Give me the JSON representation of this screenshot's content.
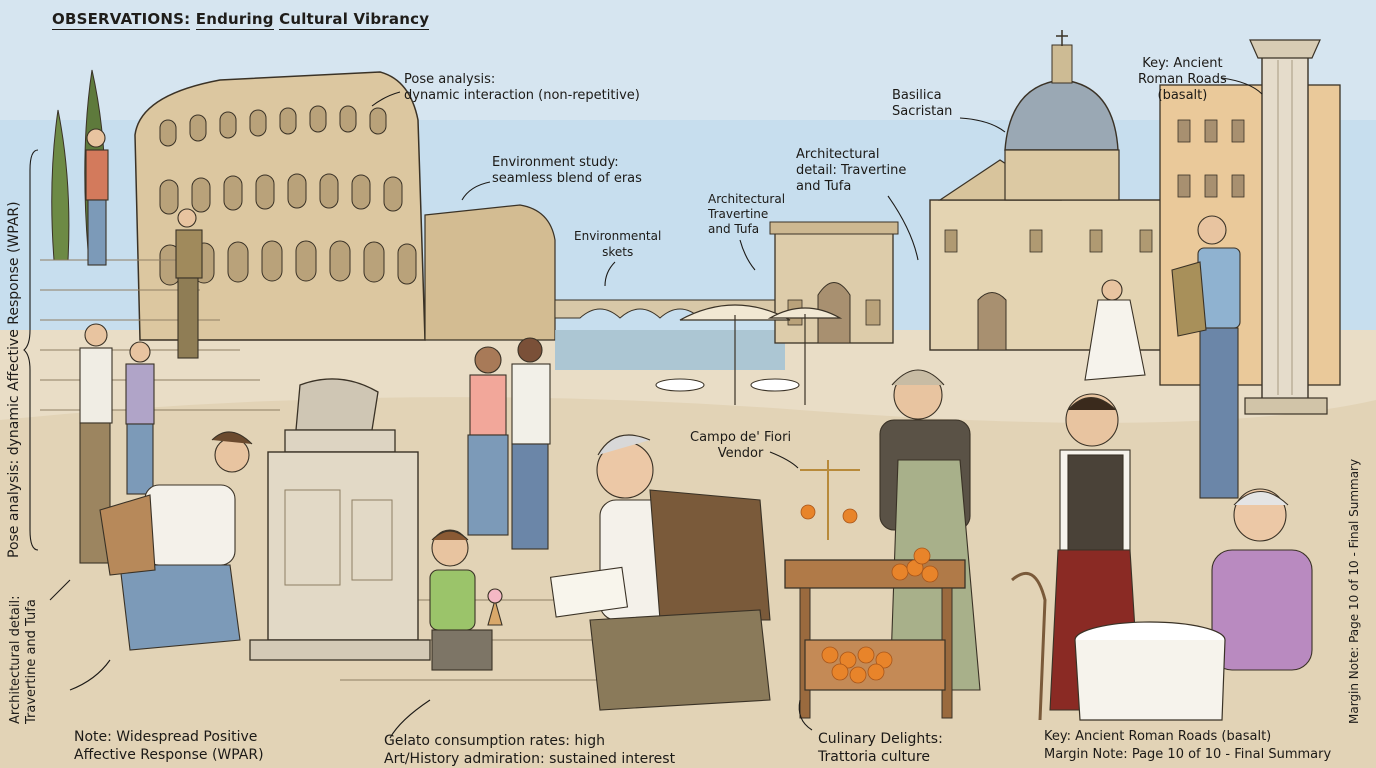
{
  "title": {
    "prefix": "OBSERVATIONS:",
    "word1": "Enduring",
    "word2": "Cultural Vibrancy"
  },
  "annotations": {
    "pose_top": [
      "Pose analysis:",
      "dynamic interaction (non-repetitive)"
    ],
    "environment_study": [
      "Environment study:",
      "seamless blend of eras"
    ],
    "environmental_sketch": [
      "Environmental",
      "skets"
    ],
    "arch_small": [
      "Architectural",
      "Travertine",
      "and Tufa"
    ],
    "arch_detail": [
      "Architectural",
      "detail: Travertine",
      "and Tufa"
    ],
    "basilica": [
      "Basilica",
      "Sacristan"
    ],
    "key_top": [
      "Key: Ancient",
      "Roman Roads",
      "(basalt)"
    ],
    "campo_vendor": [
      "Campo de' Fiori",
      "Vendor"
    ]
  },
  "side_notes": {
    "left_vertical": "Pose analysis: dynamic Affective Response (WPAR)",
    "left_bottom_vertical": [
      "Architectural detail:",
      "Travertine and Tufa"
    ],
    "right_vertical": "Margin Note: Page 10 of 10 - Final Summary"
  },
  "bottom_notes": {
    "wpar": [
      "Note: Widespread Positive",
      "Affective Response (WPAR)"
    ],
    "gelato": [
      "Gelato consumption rates: high",
      "Art/History admiration: sustained interest"
    ],
    "culinary": [
      "Culinary Delights:",
      "Trattoria culture"
    ],
    "key_bottom": [
      "Key: Ancient Roman Roads (basalt)",
      "Margin Note: Page 10 of 10 - Final Summary"
    ]
  },
  "colors": {
    "sky": "#b9d6ea",
    "stone": "#d8c8a8",
    "ink": "#3a3226",
    "orange": "#e8842a",
    "cypress": "#5e7a3c"
  },
  "icons": [
    "colosseum-icon",
    "basilica-dome-icon",
    "column-icon",
    "arch-icon",
    "umbrella-icon",
    "orange-icon"
  ]
}
